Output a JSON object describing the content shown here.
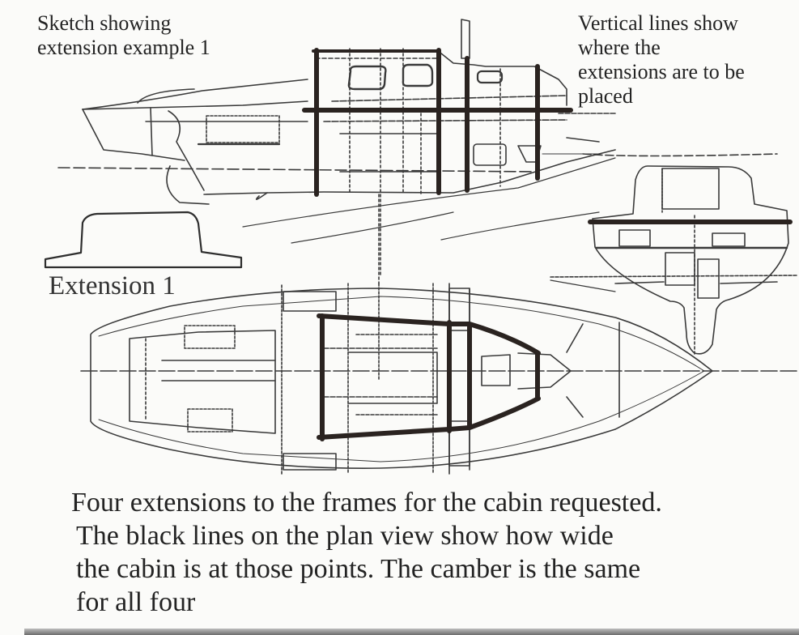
{
  "captions": {
    "top_left": [
      "Sketch showing",
      "extension example 1"
    ],
    "top_right": [
      "Vertical lines show",
      "where the",
      "extensions are to be",
      "placed"
    ],
    "extension_label": "Extension 1"
  },
  "body_text": [
    "Four extensions to the frames for the cabin requested.",
    "The black lines on the plan view show how wide",
    "the cabin is at those points.  The camber is the same",
    "for all four"
  ],
  "views": {
    "profile": "side-profile-view",
    "plan": "plan-view",
    "section": "section-view",
    "extension": "extension-1-outline"
  },
  "colors": {
    "paper": "#fbfbf9",
    "ink": "#232323",
    "bold_line": "#2a2320"
  }
}
